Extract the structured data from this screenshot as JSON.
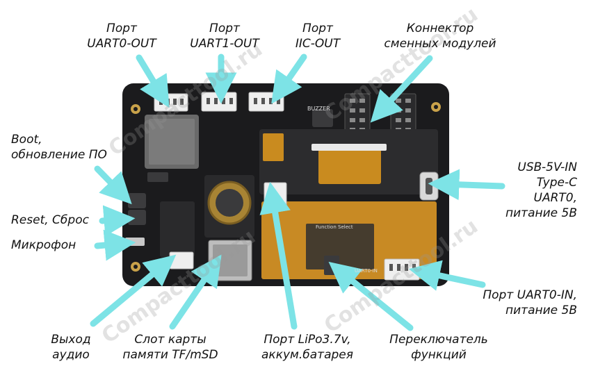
{
  "labels": {
    "uart0_out": [
      "Порт",
      "UART0-OUT"
    ],
    "uart1_out": [
      "Порт",
      "UART1-OUT"
    ],
    "iic_out": [
      "Порт",
      "IIC-OUT"
    ],
    "connector": [
      "Коннектор",
      "сменных модулей"
    ],
    "boot": [
      "Boot,",
      "обновление ПО"
    ],
    "reset": "Reset, Сброс",
    "mic": "Микрофон",
    "usb": [
      "USB-5V-IN",
      "Type-C",
      "UART0,",
      "питание 5В"
    ],
    "uart0_in": [
      "Порт UART0-IN,",
      "питание 5В"
    ],
    "audio": [
      "Выход",
      "аудио"
    ],
    "sd": [
      "Слот карты",
      "памяти TF/mSD"
    ],
    "lipo": [
      "Порт LiPo3.7v,",
      "аккум.батарея"
    ],
    "switch": [
      "Переключатель",
      "функций"
    ]
  },
  "board": {
    "buzzer": "BUZZER",
    "function_select": "Function Select",
    "uart0_in_silk": "UART0-IN"
  },
  "watermark": "Compacttool.ru",
  "colors": {
    "arrow": "#7de3e6",
    "board": "#1b1b1d"
  }
}
